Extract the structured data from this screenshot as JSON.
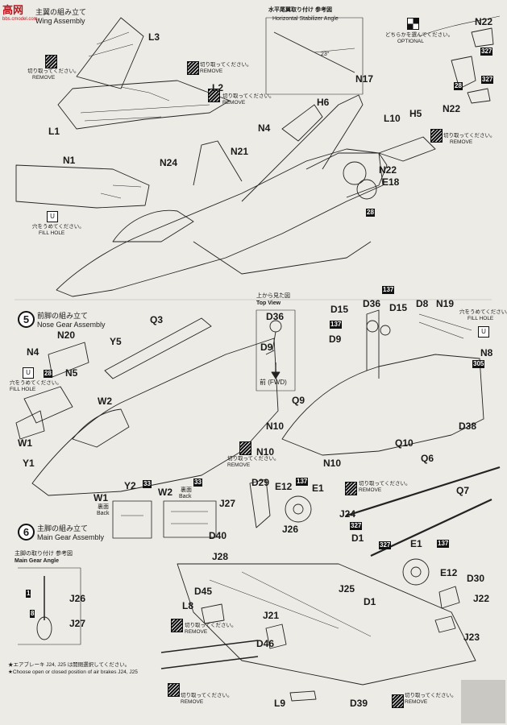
{
  "watermark": {
    "title": "高网",
    "url": "bbs.cmodel.com"
  },
  "step4": {
    "title_jp": "主翼の組み立て",
    "title_en": "Wing Assembly"
  },
  "hstab_ref": {
    "title_jp": "水平尾翼取り付け 参考図",
    "title_en": "Horizontal Stabilizer Angle",
    "angle": "23°"
  },
  "optional": {
    "jp": "どちらかを選んでください。",
    "en": "OPTIONAL"
  },
  "cut_notes": {
    "jp": "切り取ってください。",
    "en": "REMOVE"
  },
  "fill_hole": {
    "jp": "穴をうめてください。",
    "en": "FILL HOLE"
  },
  "step5": {
    "number": "5",
    "title_jp": "前脚の組み立て",
    "title_en": "Nose Gear Assembly"
  },
  "top_view": {
    "jp": "上から見た図",
    "en": "Top View",
    "front": "前 (FWD)"
  },
  "step6": {
    "number": "6",
    "title_jp": "主脚の組み立て",
    "title_en": "Main Gear Assembly"
  },
  "main_gear_angle": {
    "jp": "主脚の取り付け 参考図",
    "en": "Main Gear Angle"
  },
  "back_label": {
    "jp": "裏面",
    "en": "Back"
  },
  "footnote": {
    "jp": "★エアブレーキ J24, J25 は開閉選択してください。",
    "en": "★Choose open or closed position of air brakes J24, J25"
  },
  "parts": {
    "L3": "L3",
    "L2": "L2",
    "L1": "L1",
    "N1": "N1",
    "N24": "N24",
    "N4a": "N4",
    "N21": "N21",
    "H6": "H6",
    "N17": "N17",
    "L10": "L10",
    "H5": "H5",
    "N22a": "N22",
    "N22b": "N22",
    "N22c": "N22",
    "E18": "E18",
    "Q3": "Q3",
    "N4b": "N4",
    "N20": "N20",
    "Y5": "Y5",
    "N5": "N5",
    "W2a": "W2",
    "W1a": "W1",
    "Y1": "Y1",
    "Y2": "Y2",
    "W1b": "W1",
    "W2b": "W2",
    "D36a": "D36",
    "D9a": "D9",
    "D15a": "D15",
    "D36b": "D36",
    "D15b": "D15",
    "D8": "D8",
    "N19": "N19",
    "D9b": "D9",
    "N8": "N8",
    "Q9": "Q9",
    "N10a": "N10",
    "N10b": "N10",
    "N10c": "N10",
    "Q10": "Q10",
    "D38": "D38",
    "Q6": "Q6",
    "Q7": "Q7",
    "D29": "D29",
    "E12a": "E12",
    "E1a": "E1",
    "J27a": "J27",
    "J26a": "J26",
    "J24": "J24",
    "D40": "D40",
    "D1a": "D1",
    "J28": "J28",
    "E1b": "E1",
    "E12b": "E12",
    "D30": "D30",
    "J25": "J25",
    "D45": "D45",
    "J22": "J22",
    "D1b": "D1",
    "L8": "L8",
    "J21": "J21",
    "J23": "J23",
    "D46": "D46",
    "J26b": "J26",
    "J27b": "J27",
    "L9": "L9",
    "D39": "D39"
  },
  "badges": {
    "b327a": "327",
    "b327b": "327",
    "b28a": "28",
    "b28b": "28",
    "b28c": "28",
    "b137a": "137",
    "b137b": "137",
    "b137c": "137",
    "b137d": "137",
    "b305": "305",
    "b33a": "33",
    "b33b": "33",
    "b327c": "327",
    "b327d": "327",
    "b1": "1",
    "b8": "8"
  }
}
